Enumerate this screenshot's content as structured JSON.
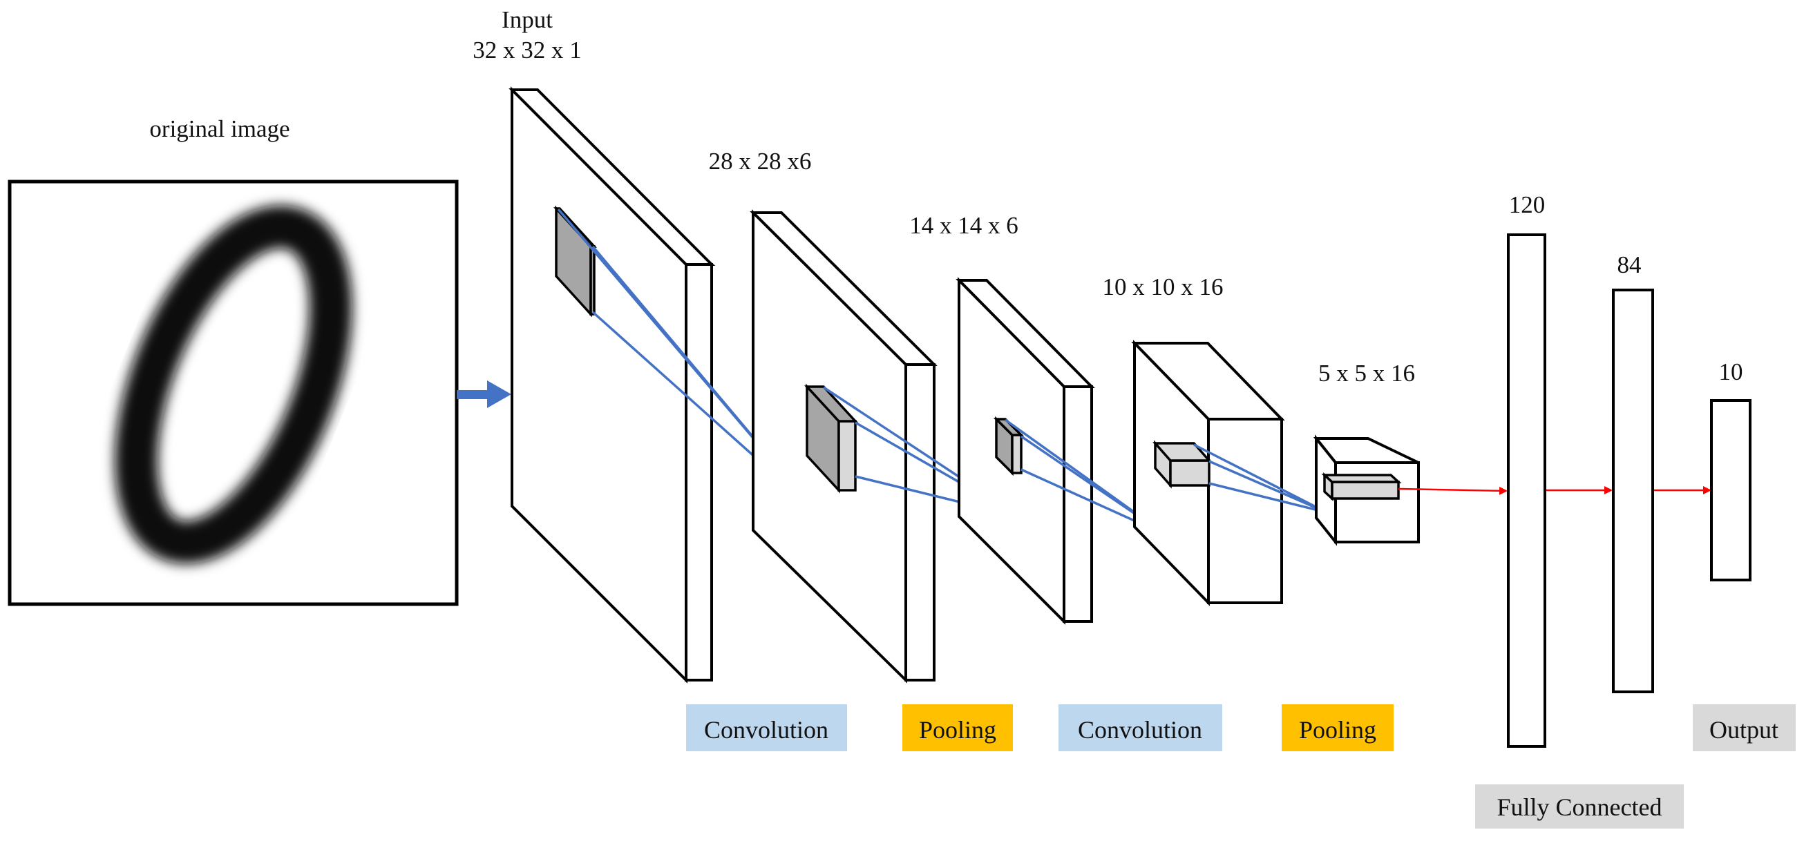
{
  "labels": {
    "original": "original image",
    "input_title": "Input",
    "input_dims": "32 x 32 x 1",
    "c1": "28 x 28 x6",
    "s2": "14 x 14 x 6",
    "c3": "10 x 10 x 16",
    "s4": "5 x 5 x 16",
    "f5": "120",
    "f6": "84",
    "out": "10"
  },
  "tags": {
    "conv1": "Convolution",
    "pool1": "Pooling",
    "conv2": "Convolution",
    "pool2": "Pooling",
    "output": "Output",
    "fully_connected": "Fully Connected"
  },
  "colors": {
    "convolution": "#bdd7ee",
    "pooling": "#ffc000",
    "gray_tag": "#d9d9d9",
    "link": "#4472c4",
    "arrow_red": "#ff0000"
  }
}
